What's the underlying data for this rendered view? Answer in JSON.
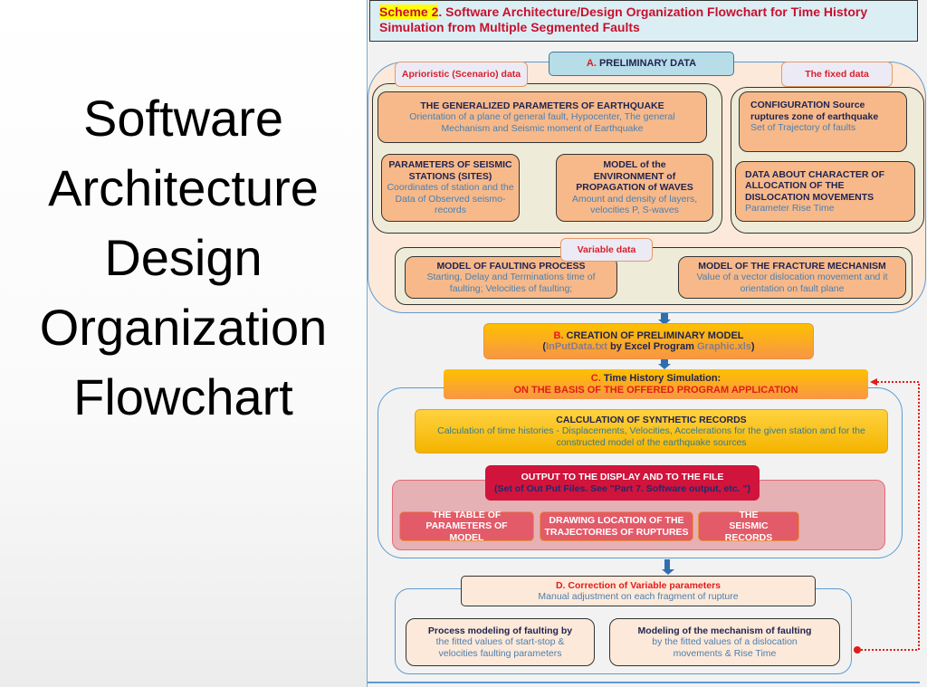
{
  "slide_title": [
    "Software",
    "Architecture",
    "Design",
    "Organization",
    "Flowchart"
  ],
  "scheme": {
    "label": "Scheme 2",
    "rest": ".  Software Architecture/Design Organization Flowchart for Time History Simulation from Multiple Segmented Faults"
  },
  "A": {
    "prefix": "A.",
    "title": "PRELIMINARY DATA",
    "apriori_label": "Aprioristic (Scenario) data",
    "fixed_label": "The fixed data",
    "variable_label": "Variable data",
    "gen": {
      "title": "THE GENERALIZED PARAMETERS OF EARTHQUAKE",
      "text": "Orientation of a plane of general fault, Hypocenter, The general Mechanism and Seismic moment of Earthquake"
    },
    "stations": {
      "title": "PARAMETERS OF SEISMIC STATIONS (SITES)",
      "text": "Coordinates of station and the Data of Observed seismo-records"
    },
    "env": {
      "title": "MODEL of the ENVIRONMENT of PROPAGATION of WAVES",
      "text": "Amount and density of layers, velocities P, S-waves"
    },
    "config": {
      "title": "CONFIGURATION Source ruptures zone of earthquake",
      "text": "Set of Trajectory of faults"
    },
    "disloc": {
      "title": "DATA ABOUT CHARACTER OF ALLOCATION OF THE DISLOCATION MOVEMENTS",
      "text": "Parameter Rise Time"
    },
    "faulting": {
      "title": "MODEL OF FAULTING PROCESS",
      "text": "Starting,  Delay and Terminations time of faulting; Velocities of faulting;"
    },
    "fracture": {
      "title": "MODEL OF THE FRACTURE MECHANISM",
      "text": "Value of a vector dislocation movement and it orientation on fault plane"
    }
  },
  "B": {
    "prefix": "B.",
    "title": "CREATION OF PRELIMINARY MODEL",
    "open": "(",
    "file": "InPutData.txt",
    "mid": " by Excel Program ",
    "prog": "Graphic.xls",
    "close": ")"
  },
  "C": {
    "prefix": "C.",
    "title": "Time History Simulation:",
    "subtitle": "ON THE BASIS OF THE OFFERED PROGRAM APPLICATION",
    "calc": {
      "title": "CALCULATION OF SYNTHETIC RECORDS",
      "text": "Calculation of time histories - Displacements, Velocities, Accelerations for the given station and for the constructed model of the earthquake sources"
    },
    "output": {
      "title": "OUTPUT TO THE DISPLAY AND TO THE FILE",
      "text": "(Set of Out Put Files. See \"Part 7.  Software output, etc. \")"
    },
    "outputs": [
      "THE TABLE OF PARAMETERS OF MODEL",
      "DRAWING LOCATION OF THE TRAJECTORIES  OF RUPTURES",
      "THE SEISMIC RECORDS"
    ]
  },
  "D": {
    "title": "D. Correction of Variable parameters",
    "text": "Manual adjustment on each fragment of rupture",
    "process": {
      "title": "Process modeling of faulting by",
      "text": "the fitted values of start-stop & velocities faulting parameters"
    },
    "mechanism": {
      "title": "Modeling of the mechanism of faulting",
      "text": "by the fitted values of a dislocation movements & Rise Time"
    }
  }
}
